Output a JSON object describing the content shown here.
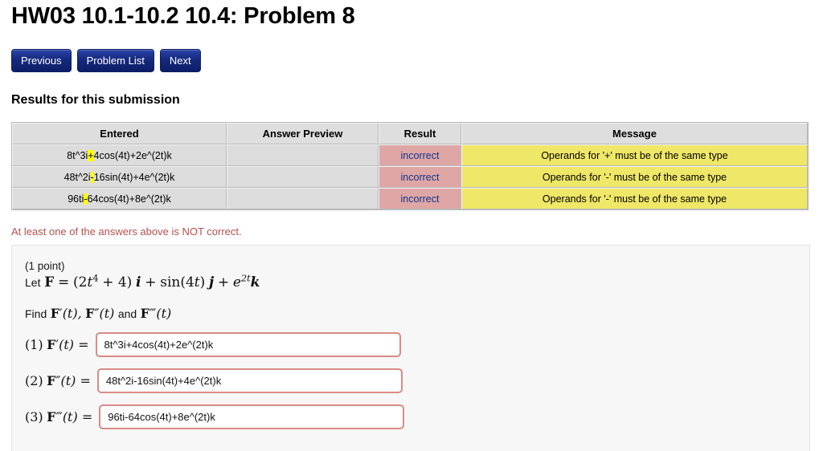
{
  "page": {
    "title": "HW03 10.1-10.2 10.4: Problem 8"
  },
  "nav": {
    "previous_label": "Previous",
    "problem_list_label": "Problem List",
    "next_label": "Next"
  },
  "results": {
    "heading": "Results for this submission",
    "columns": [
      "Entered",
      "Answer Preview",
      "Result",
      "Message"
    ],
    "rows": [
      {
        "entered_before": "8t^3i",
        "entered_operator": "+",
        "entered_after": "4cos(4t)+2e^(2t)k",
        "entered_full": "8t^3i+4cos(4t)+2e^(2t)k",
        "preview": "",
        "result": "incorrect",
        "message": "Operands for '+' must be of the same type"
      },
      {
        "entered_before": "48t^2i",
        "entered_operator": "-",
        "entered_after": "16sin(4t)+4e^(2t)k",
        "entered_full": "48t^2i-16sin(4t)+4e^(2t)k",
        "preview": "",
        "result": "incorrect",
        "message": "Operands for '-' must be of the same type"
      },
      {
        "entered_before": "96ti",
        "entered_operator": "-",
        "entered_after": "64cos(4t)+8e^(2t)k",
        "entered_full": "96ti-64cos(4t)+8e^(2t)k",
        "preview": "",
        "result": "incorrect",
        "message": "Operands for '-' must be of the same type"
      }
    ]
  },
  "warning": {
    "text": "At least one of the answers above is NOT correct."
  },
  "problem": {
    "points": "(1 point)",
    "let_lead": "Let",
    "let_function": "F",
    "let_equals": "=",
    "let_term1_open": "(",
    "let_term1_coeff": "2",
    "let_term1_var": "t",
    "let_term1_power": "4",
    "let_term1_plus": "+ 4",
    "let_term1_close": ")",
    "let_i": "i",
    "let_plus1": "+",
    "let_sin": "sin(4",
    "let_sin_var": "t",
    "let_sin_close": ")",
    "let_j": "j",
    "let_plus2": "+",
    "let_e": "e",
    "let_e_power": "2t",
    "let_k": "k",
    "find_lead": "Find",
    "find_f1": "F",
    "find_p1": "′",
    "find_arg1": "(t),",
    "find_f2": "F",
    "find_p2": "″",
    "find_arg2": "(t)",
    "find_and": "and",
    "find_f3": "F",
    "find_p3": "‴",
    "find_arg3": "(t)"
  },
  "answers": [
    {
      "index": "(1)",
      "fn": "F",
      "prime": "′",
      "arg": "(t) =",
      "value": "8t^3i+4cos(4t)+2e^(2t)k",
      "placeholder": ""
    },
    {
      "index": "(2)",
      "fn": "F",
      "prime": "″",
      "arg": "(t) =",
      "value": "48t^2i-16sin(4t)+4e^(2t)k",
      "placeholder": ""
    },
    {
      "index": "(3)",
      "fn": "F",
      "prime": "‴",
      "arg": "(t) =",
      "value": "96ti-64cos(4t)+8e^(2t)k",
      "placeholder": ""
    }
  ],
  "colors": {
    "nav_button": "#16297e",
    "result_incorrect_bg": "#dfa6a6",
    "result_incorrect_text": "#12348b",
    "message_bg": "#efe767",
    "highlight": "#ffff00",
    "warning_text": "#b4514e",
    "input_border_incorrect": "#d98b85",
    "table_cell_bg": "#dcdcdc",
    "panel_bg": "#f7f7f7"
  }
}
